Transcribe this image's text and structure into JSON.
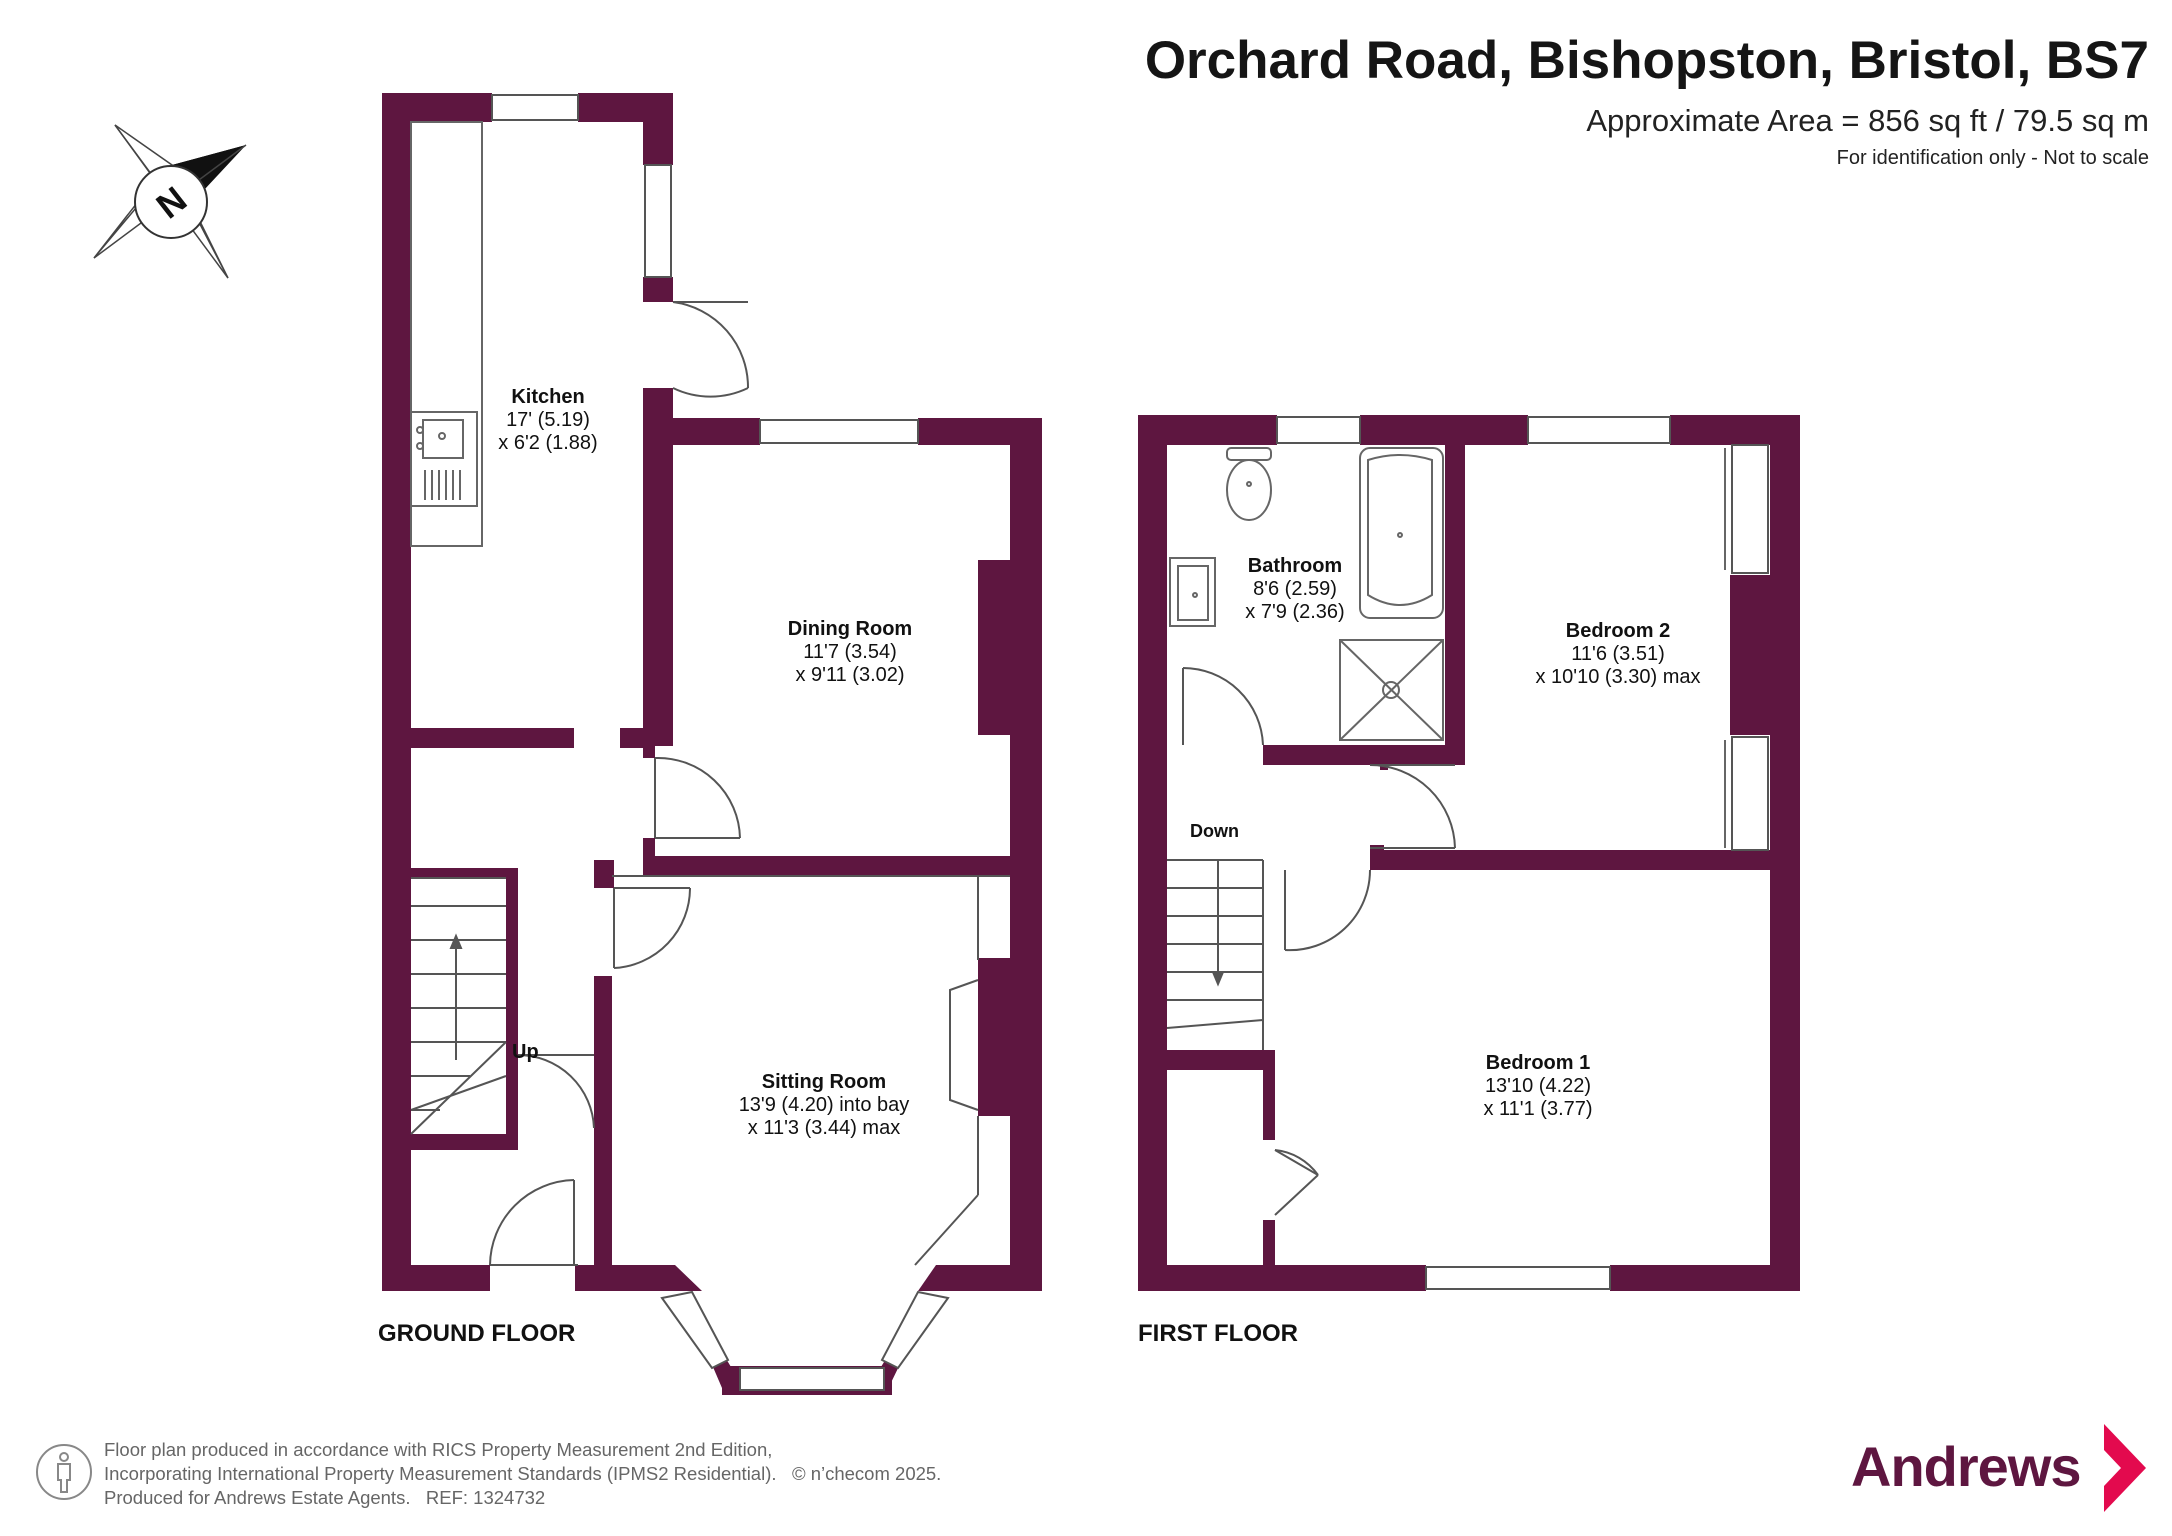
{
  "header": {
    "title": "Orchard Road, Bishopston, Bristol, BS7",
    "area": "Approximate Area = 856 sq ft / 79.5 sq m",
    "disclaimer": "For identification only - Not to scale"
  },
  "compass": {
    "icon": "compass-north-icon",
    "letter": "N"
  },
  "colors": {
    "wall": "#5e1640",
    "window_fill": "#ffffff",
    "line": "#555555"
  },
  "ground_floor": {
    "label": "GROUND FLOOR",
    "kitchen": {
      "name": "Kitchen",
      "dim1": "17' (5.19)",
      "dim2": "x 6'2 (1.88)"
    },
    "dining_room": {
      "name": "Dining Room",
      "dim1": "11'7 (3.54)",
      "dim2": "x 9'11 (3.02)"
    },
    "sitting_room": {
      "name": "Sitting Room",
      "dim1": "13'9 (4.20) into bay",
      "dim2": "x 11'3 (3.44) max"
    },
    "stairs_label": "Up"
  },
  "first_floor": {
    "label": "FIRST FLOOR",
    "bathroom": {
      "name": "Bathroom",
      "dim1": "8'6 (2.59)",
      "dim2": "x 7'9 (2.36)"
    },
    "bedroom_2": {
      "name": "Bedroom 2",
      "dim1": "11'6 (3.51)",
      "dim2": "x 10'10 (3.30) max"
    },
    "bedroom_1": {
      "name": "Bedroom 1",
      "dim1": "13'10 (4.22)",
      "dim2": "x 11'1 (3.77)"
    },
    "stairs_label": "Down"
  },
  "footer": {
    "line1": "Floor plan produced in accordance with RICS Property Measurement 2nd Edition,",
    "line2": "Incorporating International Property Measurement Standards (IPMS2 Residential).",
    "copyright": "© n’checom 2025.",
    "line3": "Produced for Andrews Estate Agents.",
    "ref": "REF: 1324732",
    "icon": "person-icon"
  },
  "brand": {
    "name": "Andrews",
    "color": "#5e1640",
    "accent": "#e30a4e",
    "icon": "chevron-right-icon"
  }
}
